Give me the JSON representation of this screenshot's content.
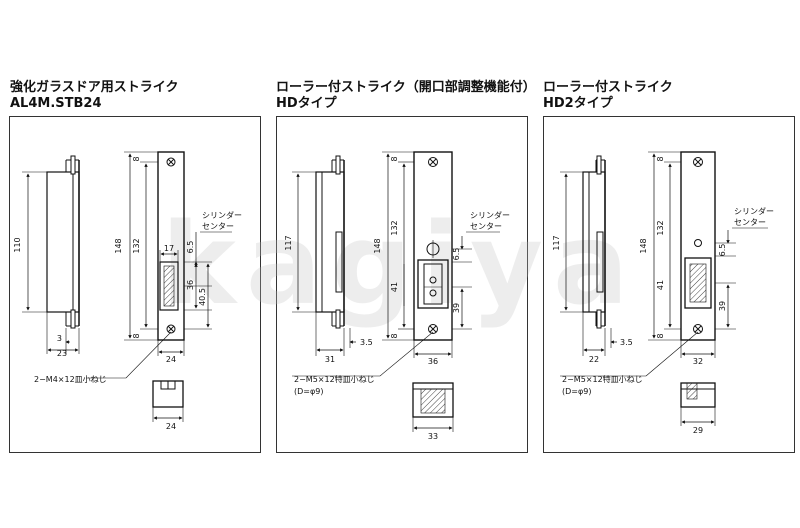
{
  "panels": [
    {
      "title_line1": "強化ガラスドア用ストライク",
      "title_line2": "AL4M.STB24",
      "dims": {
        "h110": "110",
        "h148": "148",
        "h132": "132",
        "top8": "8",
        "bot8": "8",
        "w17": "17",
        "d6_5": "6.5",
        "d36": "36",
        "d40_5": "40.5",
        "w3": "3",
        "w23": "23",
        "w24": "24",
        "bw24": "24"
      },
      "cylinder_label": "シリンダー",
      "center_label": "センター",
      "screw_label": "2−M4×12皿小ねじ"
    },
    {
      "title_line1": "ローラー付ストライク（開口部調整機能付）",
      "title_line2": "HDタイプ",
      "dims": {
        "h117": "117",
        "h148": "148",
        "h132": "132",
        "top8": "8",
        "bot8": "8",
        "d41": "41",
        "d6_5": "6.5",
        "d39": "39",
        "w31": "31",
        "w3_5": "3.5",
        "w36": "36",
        "bw33": "33"
      },
      "cylinder_label": "シリンダー",
      "center_label": "センター",
      "screw_label": "2−M5×12特皿小ねじ",
      "screw_label2": "(D=φ9)"
    },
    {
      "title_line1": "ローラー付ストライク",
      "title_line2": "HD2タイプ",
      "dims": {
        "h117": "117",
        "h148": "148",
        "h132": "132",
        "top8": "8",
        "bot8": "8",
        "d41": "41",
        "d6_5": "6.5",
        "d39": "39",
        "w22": "22",
        "w3_5": "3.5",
        "w32": "32",
        "bw29": "29"
      },
      "cylinder_label": "シリンダー",
      "center_label": "センター",
      "screw_label": "2−M5×12特皿小ねじ",
      "screw_label2": "(D=φ9)"
    }
  ],
  "watermark_text": "kagiya"
}
